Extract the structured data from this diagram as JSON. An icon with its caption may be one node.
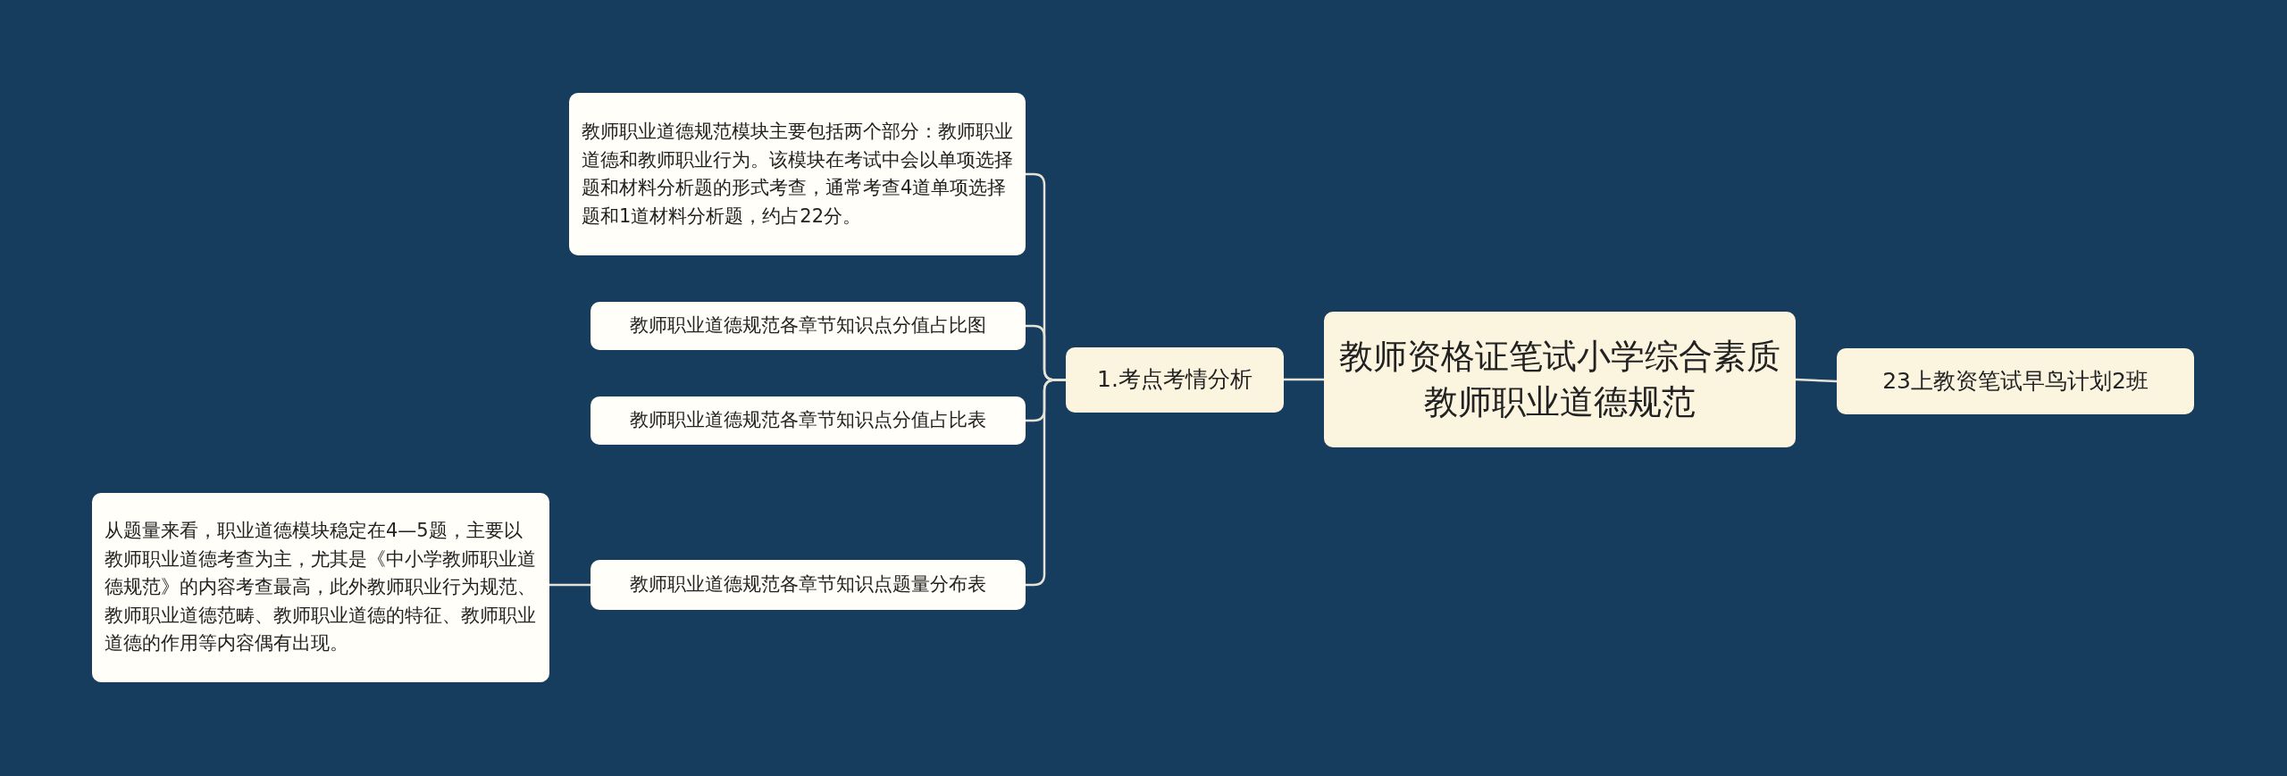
{
  "diagram": {
    "nodes": [
      {
        "text": [
          "教师资格证笔试小学综合素质教师职业道德规范"
        ]
      },
      {
        "text": [
          "1.考点考情分析"
        ]
      },
      {
        "text": [
          "教师职业道德规范模块主要包括两个部分：教师职业道德和教师职业行为。该模块在考试中会以单项选择题和材料分析题的形式考查，通常考查4道单项选择题和1道材料分析题，约占22分。"
        ]
      },
      {
        "text": [
          "教师职业道德规范各章节知识点分值占比图"
        ]
      },
      {
        "text": [
          "教师职业道德规范各章节知识点分值占比表"
        ]
      },
      {
        "text": [
          "教师职业道德规范各章节知识点题量分布表"
        ]
      },
      {
        "text": [
          "从题量来看，职业道德模块稳定在4—5题，主要以教师职业道德考查为主，尤其是《中小学教师职业道德规范》的内容考查最高，此外教师职业行为规范、教师职业道德范畴、教师职业道德的特征、教师职业道德的作用等内容偶有出现。"
        ]
      },
      {
        "text": [
          "23上教资笔试早鸟计划2班"
        ]
      }
    ],
    "edges": [
      {
        "from": 0,
        "to": 1,
        "arrow": "none"
      },
      {
        "from": 1,
        "to": 2,
        "arrow": "none"
      },
      {
        "from": 1,
        "to": 3,
        "arrow": "none"
      },
      {
        "from": 1,
        "to": 4,
        "arrow": "none"
      },
      {
        "from": 1,
        "to": 5,
        "arrow": "none"
      },
      {
        "from": 5,
        "to": 6,
        "arrow": "none"
      },
      {
        "from": 0,
        "to": 7,
        "arrow": "none"
      }
    ]
  }
}
